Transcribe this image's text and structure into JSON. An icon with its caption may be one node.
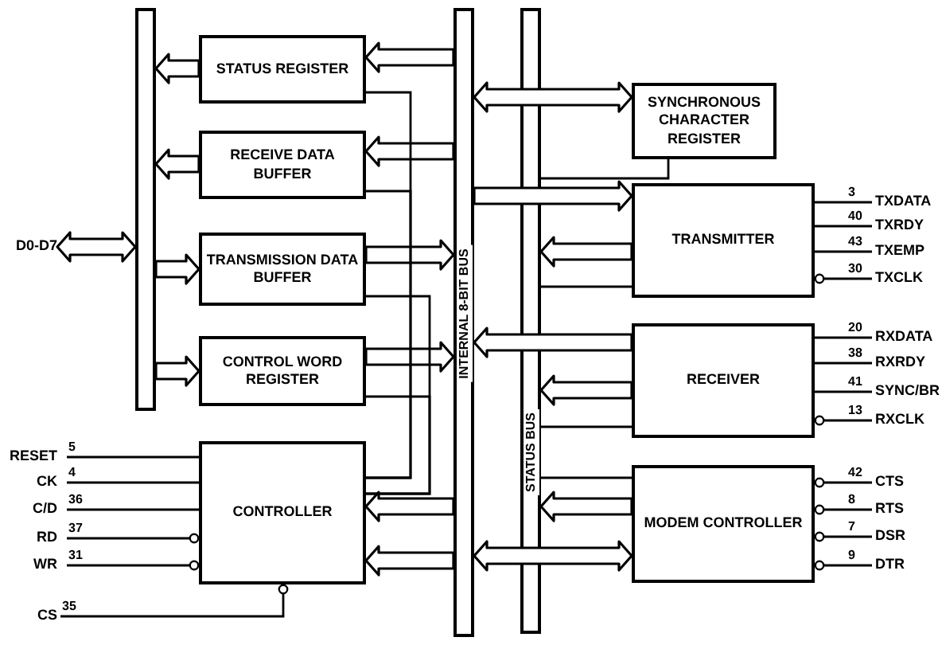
{
  "diagram": {
    "nodes": [
      {
        "text": [
          "D0-D7"
        ]
      },
      {
        "text": [],
        "shape": "bar"
      },
      {
        "text": [
          "STATUS REGISTER"
        ]
      },
      {
        "text": [
          "RECEIVE DATA BUFFER"
        ]
      },
      {
        "text": [
          "TRANSMISSION DATA BUFFER"
        ]
      },
      {
        "text": [
          "CONTROL WORD REGISTER"
        ]
      },
      {
        "text": [
          "CONTROLLER"
        ]
      },
      {
        "text": [
          "INTERNAL 8-BIT BUS"
        ]
      },
      {
        "text": [
          "STATUS BUS"
        ]
      },
      {
        "text": [
          "SYNCHRONOUS CHARACTER REGISTER"
        ]
      },
      {
        "text": [
          "TRANSMITTER"
        ]
      },
      {
        "text": [
          "RECEIVER"
        ]
      },
      {
        "text": [
          "MODEM CONTROLLER"
        ]
      },
      {
        "text": [
          "TXDATA"
        ]
      },
      {
        "text": [
          "TXRDY"
        ]
      },
      {
        "text": [
          "TXEMP"
        ]
      },
      {
        "text": [
          "TXCLK"
        ]
      },
      {
        "text": [
          "RXDATA"
        ]
      },
      {
        "text": [
          "RXRDY"
        ]
      },
      {
        "text": [
          "SYNC/BR"
        ]
      },
      {
        "text": [
          "RXCLK"
        ]
      },
      {
        "text": [
          "CTS"
        ]
      },
      {
        "text": [
          "RTS"
        ]
      },
      {
        "text": [
          "DSR"
        ]
      },
      {
        "text": [
          "DTR"
        ]
      },
      {
        "text": [
          "RESET"
        ]
      },
      {
        "text": [
          "CK"
        ]
      },
      {
        "text": [
          "C/D"
        ]
      },
      {
        "text": [
          "RD"
        ]
      },
      {
        "text": [
          "WR"
        ]
      },
      {
        "text": [
          "CS"
        ]
      }
    ],
    "edges": [
      {
        "from": 0,
        "to": 1,
        "arrow": "both"
      },
      {
        "from": 2,
        "to": 1,
        "arrow": "to"
      },
      {
        "from": 3,
        "to": 1,
        "arrow": "to"
      },
      {
        "from": 1,
        "to": 4,
        "arrow": "to"
      },
      {
        "from": 1,
        "to": 5,
        "arrow": "to"
      },
      {
        "from": 7,
        "to": 2,
        "arrow": "to"
      },
      {
        "from": 7,
        "to": 3,
        "arrow": "to"
      },
      {
        "from": 4,
        "to": 7,
        "arrow": "to"
      },
      {
        "from": 5,
        "to": 7,
        "arrow": "to"
      },
      {
        "from": 7,
        "to": 6,
        "arrow": "to"
      },
      {
        "from": 7,
        "to": 6,
        "arrow": "to"
      },
      {
        "from": 7,
        "to": 9,
        "arrow": "both"
      },
      {
        "from": 7,
        "to": 10,
        "arrow": "to"
      },
      {
        "from": 10,
        "to": 8,
        "arrow": "to"
      },
      {
        "from": 11,
        "to": 7,
        "arrow": "to"
      },
      {
        "from": 11,
        "to": 8,
        "arrow": "to"
      },
      {
        "from": 12,
        "to": 8,
        "arrow": "to"
      },
      {
        "from": 7,
        "to": 12,
        "arrow": "both"
      },
      {
        "from": 6,
        "to": 2,
        "arrow": "none"
      },
      {
        "from": 6,
        "to": 3,
        "arrow": "none"
      },
      {
        "from": 6,
        "to": 4,
        "arrow": "none"
      },
      {
        "from": 6,
        "to": 5,
        "arrow": "none"
      },
      {
        "from": 8,
        "to": 9,
        "arrow": "none"
      },
      {
        "from": 8,
        "to": 10,
        "arrow": "none"
      },
      {
        "from": 8,
        "to": 11,
        "arrow": "none"
      },
      {
        "from": 8,
        "to": 12,
        "arrow": "none"
      },
      {
        "from": 13,
        "to": 10,
        "arrow": "none",
        "label": "3"
      },
      {
        "from": 14,
        "to": 10,
        "arrow": "none",
        "label": "40"
      },
      {
        "from": 15,
        "to": 10,
        "arrow": "none",
        "label": "43"
      },
      {
        "from": 16,
        "to": 10,
        "arrow": "other",
        "label": "30"
      },
      {
        "from": 17,
        "to": 11,
        "arrow": "none",
        "label": "20"
      },
      {
        "from": 18,
        "to": 11,
        "arrow": "none",
        "label": "38"
      },
      {
        "from": 19,
        "to": 11,
        "arrow": "none",
        "label": "41"
      },
      {
        "from": 20,
        "to": 11,
        "arrow": "other",
        "label": "13"
      },
      {
        "from": 21,
        "to": 12,
        "arrow": "other",
        "label": "42"
      },
      {
        "from": 22,
        "to": 12,
        "arrow": "other",
        "label": "8"
      },
      {
        "from": 23,
        "to": 12,
        "arrow": "other",
        "label": "7"
      },
      {
        "from": 24,
        "to": 12,
        "arrow": "other",
        "label": "9"
      },
      {
        "from": 25,
        "to": 6,
        "arrow": "none",
        "label": "5"
      },
      {
        "from": 26,
        "to": 6,
        "arrow": "none",
        "label": "4"
      },
      {
        "from": 27,
        "to": 6,
        "arrow": "none",
        "label": "36"
      },
      {
        "from": 28,
        "to": 6,
        "arrow": "other",
        "label": "37"
      },
      {
        "from": 29,
        "to": 6,
        "arrow": "other",
        "label": "31"
      },
      {
        "from": 30,
        "to": 6,
        "arrow": "other",
        "label": "35"
      }
    ]
  }
}
